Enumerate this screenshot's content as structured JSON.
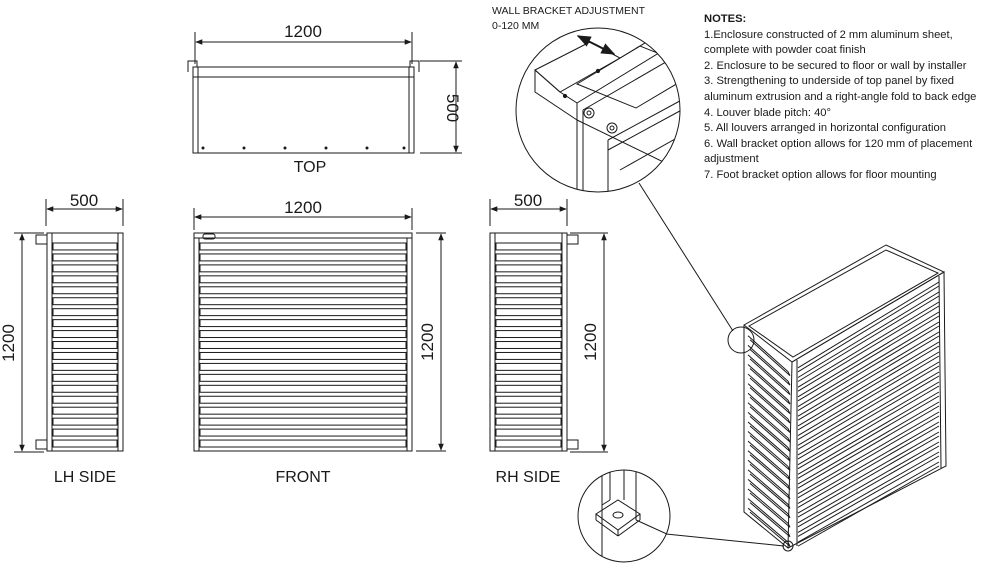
{
  "dimensions": {
    "top_width": "1200",
    "top_depth": "500",
    "lh_width": "500",
    "lh_height": "1200",
    "front_width": "1200",
    "front_height": "1200",
    "rh_width": "500",
    "rh_height": "1200"
  },
  "view_labels": {
    "top": "TOP",
    "lh_side": "LH SIDE",
    "front": "FRONT",
    "rh_side": "RH SIDE"
  },
  "wall_bracket": {
    "title": "WALL BRACKET ADJUSTMENT",
    "range": "0-120 MM"
  },
  "notes": {
    "title": "NOTES:",
    "items": [
      "1.Enclosure constructed of 2 mm aluminum sheet, complete with powder coat finish",
      "2. Enclosure to be secured to floor or wall by installer",
      "3. Strengthening to underside of top panel by fixed aluminum extrusion and a right-angle fold to back edge",
      "4. Louver blade pitch: 40°",
      "5. All louvers arranged in horizontal configuration",
      "6. Wall bracket option allows for 120 mm of placement adjustment",
      "7. Foot bracket option allows for floor mounting"
    ]
  },
  "counts": {
    "front_louvers": 19,
    "side_louvers": 19,
    "iso_louvers": 19
  },
  "colors": {
    "line": "#1a1a1a",
    "background": "#ffffff"
  }
}
